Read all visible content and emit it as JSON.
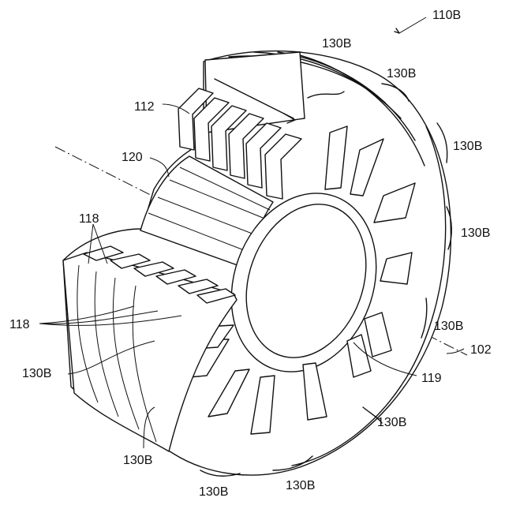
{
  "figure": {
    "labels": {
      "assembly": "110B",
      "axis": "102",
      "block": "112",
      "core": "120",
      "insulator": "119",
      "slot_group": "118",
      "slot_pair": "118",
      "segment": "130B"
    }
  }
}
